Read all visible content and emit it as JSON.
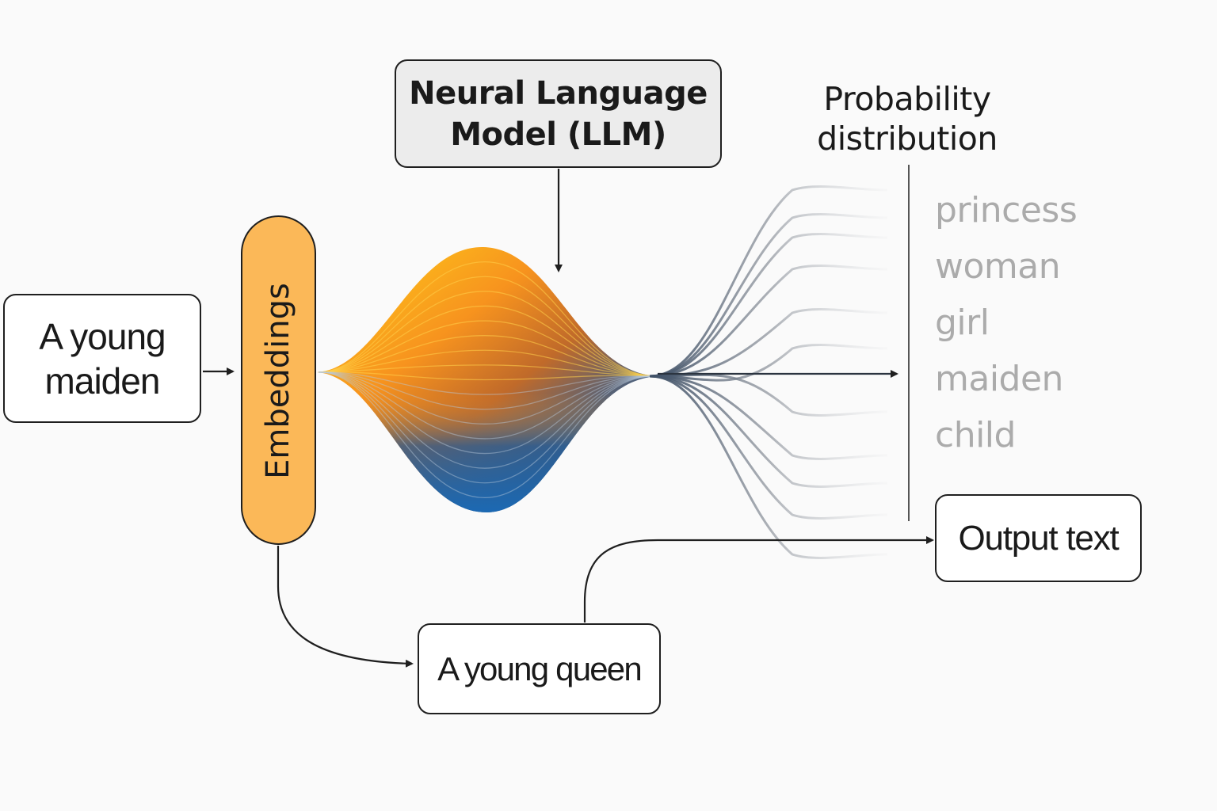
{
  "llm": {
    "label_line1": "Neural Language",
    "label_line2": "Model (LLM)"
  },
  "input": {
    "line1": "A young",
    "line2": "maiden"
  },
  "embeddings": {
    "label": "Embeddings"
  },
  "probability": {
    "title_line1": "Probability",
    "title_line2": "distribution",
    "tokens": [
      "princess",
      "woman",
      "girl",
      "maiden",
      "child"
    ]
  },
  "alternate_output": {
    "label": "A young queen"
  },
  "output": {
    "label": "Output text"
  },
  "colors": {
    "embedding_fill": "#fbb858",
    "wave_orange": "#f7931e",
    "wave_yellow": "#ffd21a",
    "wave_blue": "#1f6bb0",
    "token_gray": "#ababab"
  }
}
